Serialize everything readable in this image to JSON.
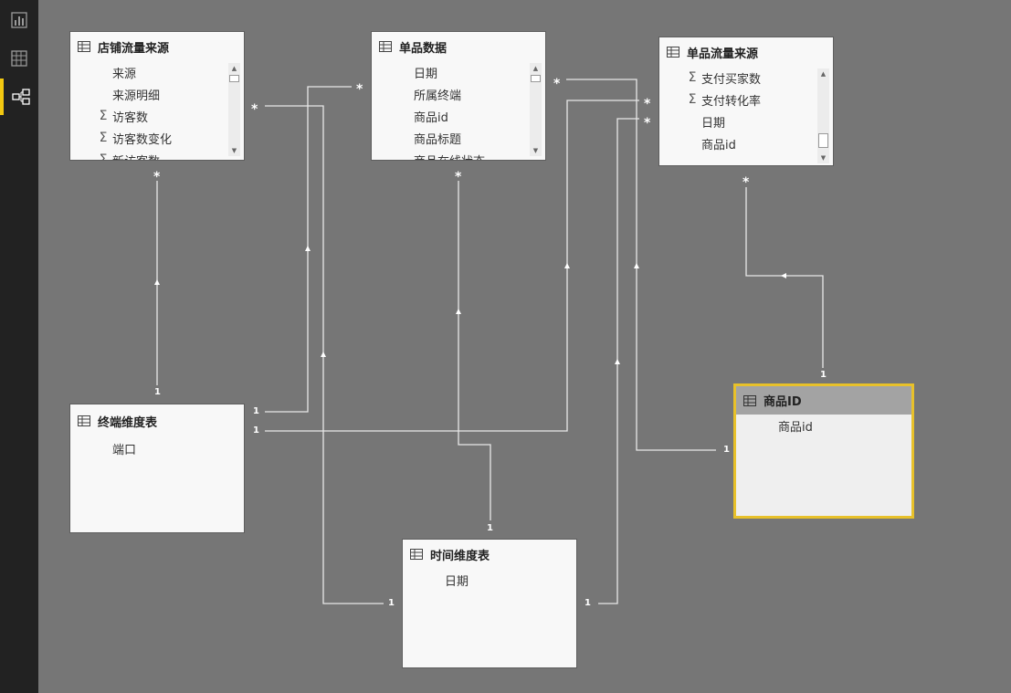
{
  "sidebar": {
    "items": [
      {
        "icon": "report-view-icon"
      },
      {
        "icon": "data-view-icon"
      },
      {
        "icon": "relationship-view-icon",
        "active": true
      }
    ]
  },
  "tables": {
    "store_traffic": {
      "title": "店铺流量来源",
      "fields": [
        {
          "name": "来源",
          "sigma": false
        },
        {
          "name": "来源明细",
          "sigma": false
        },
        {
          "name": "访客数",
          "sigma": true
        },
        {
          "name": "访客数变化",
          "sigma": true
        },
        {
          "name": "新访客数",
          "sigma": true
        }
      ]
    },
    "item_data": {
      "title": "单品数据",
      "fields": [
        {
          "name": "日期",
          "sigma": false
        },
        {
          "name": "所属终端",
          "sigma": false
        },
        {
          "name": "商品id",
          "sigma": false
        },
        {
          "name": "商品标题",
          "sigma": false
        },
        {
          "name": "商品在线状态",
          "sigma": false
        }
      ]
    },
    "item_traffic": {
      "title": "单品流量来源",
      "fields": [
        {
          "name": "支付买家数",
          "sigma": true
        },
        {
          "name": "支付转化率",
          "sigma": true
        },
        {
          "name": "日期",
          "sigma": false
        },
        {
          "name": "商品id",
          "sigma": false
        }
      ]
    },
    "terminal_dim": {
      "title": "终端维度表",
      "fields": [
        {
          "name": "端口",
          "sigma": false
        }
      ]
    },
    "time_dim": {
      "title": "时间维度表",
      "fields": [
        {
          "name": "日期",
          "sigma": false
        }
      ]
    },
    "product_id": {
      "title": "商品ID",
      "fields": [
        {
          "name": "商品id",
          "sigma": false
        }
      ]
    }
  },
  "cardinality": {
    "one": "1",
    "many": "*"
  },
  "colors": {
    "background": "#767676",
    "sidebar": "#222222",
    "accent": "#f2c811",
    "line": "#ffffff"
  }
}
